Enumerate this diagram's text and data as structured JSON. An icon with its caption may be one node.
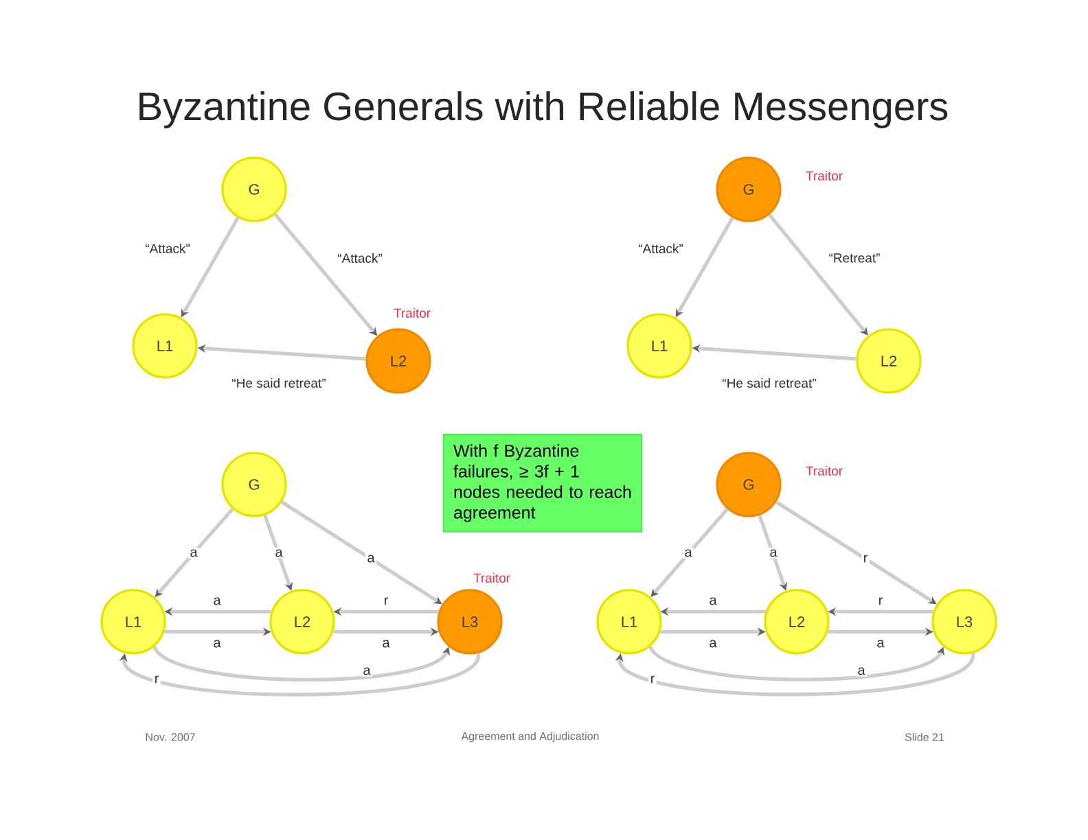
{
  "diagram": {
    "title": "Byzantine Generals with Reliable Messengers",
    "nodes": [
      {
        "text": [
          "G"
        ]
      },
      {
        "text": [
          "L1"
        ]
      },
      {
        "text": [
          "L2"
        ],
        "beside": [
          "Traitor"
        ]
      },
      {
        "text": [
          "G"
        ],
        "beside": [
          "Traitor"
        ]
      },
      {
        "text": [
          "L1"
        ]
      },
      {
        "text": [
          "L2"
        ]
      },
      {
        "text": [
          "With f Byzantine failures, ≥ 3f + 1 nodes needed to reach agreement"
        ]
      },
      {
        "text": [
          "G"
        ]
      },
      {
        "text": [
          "L1"
        ]
      },
      {
        "text": [
          "L2"
        ]
      },
      {
        "text": [
          "L3"
        ],
        "beside": [
          "Traitor"
        ]
      },
      {
        "text": [
          "G"
        ],
        "beside": [
          "Traitor"
        ]
      },
      {
        "text": [
          "L1"
        ]
      },
      {
        "text": [
          "L2"
        ]
      },
      {
        "text": [
          "L3"
        ]
      }
    ],
    "edges": [
      {
        "from": 0,
        "to": 1,
        "arrow": "to",
        "label": "“Attack”"
      },
      {
        "from": 0,
        "to": 2,
        "arrow": "to",
        "label": "“Attack”"
      },
      {
        "from": 2,
        "to": 1,
        "arrow": "to",
        "label": "“He said retreat”"
      },
      {
        "from": 3,
        "to": 4,
        "arrow": "to",
        "label": "“Attack”"
      },
      {
        "from": 3,
        "to": 5,
        "arrow": "to",
        "label": "“Retreat”"
      },
      {
        "from": 5,
        "to": 4,
        "arrow": "to",
        "label": "“He said retreat”"
      },
      {
        "from": 7,
        "to": 8,
        "arrow": "to",
        "label": "a"
      },
      {
        "from": 7,
        "to": 9,
        "arrow": "to",
        "label": "a"
      },
      {
        "from": 7,
        "to": 10,
        "arrow": "to",
        "label": "a"
      },
      {
        "from": 9,
        "to": 8,
        "arrow": "to",
        "label": "a"
      },
      {
        "from": 8,
        "to": 9,
        "arrow": "to",
        "label": "a"
      },
      {
        "from": 10,
        "to": 9,
        "arrow": "to",
        "label": "r"
      },
      {
        "from": 9,
        "to": 10,
        "arrow": "to",
        "label": "a"
      },
      {
        "from": 8,
        "to": 10,
        "arrow": "to",
        "label": "a"
      },
      {
        "from": 10,
        "to": 8,
        "arrow": "to",
        "label": "r"
      },
      {
        "from": 11,
        "to": 12,
        "arrow": "to",
        "label": "a"
      },
      {
        "from": 11,
        "to": 13,
        "arrow": "to",
        "label": "a"
      },
      {
        "from": 11,
        "to": 14,
        "arrow": "to",
        "label": "r"
      },
      {
        "from": 13,
        "to": 12,
        "arrow": "to",
        "label": "a"
      },
      {
        "from": 12,
        "to": 13,
        "arrow": "to",
        "label": "a"
      },
      {
        "from": 14,
        "to": 13,
        "arrow": "to",
        "label": "r"
      },
      {
        "from": 13,
        "to": 14,
        "arrow": "to",
        "label": "a"
      },
      {
        "from": 12,
        "to": 14,
        "arrow": "to",
        "label": "a"
      },
      {
        "from": 14,
        "to": 12,
        "arrow": "to",
        "label": "r"
      }
    ],
    "labels": [
      "Nov. 2007",
      "Agreement and Adjudication",
      "Slide 21"
    ]
  }
}
